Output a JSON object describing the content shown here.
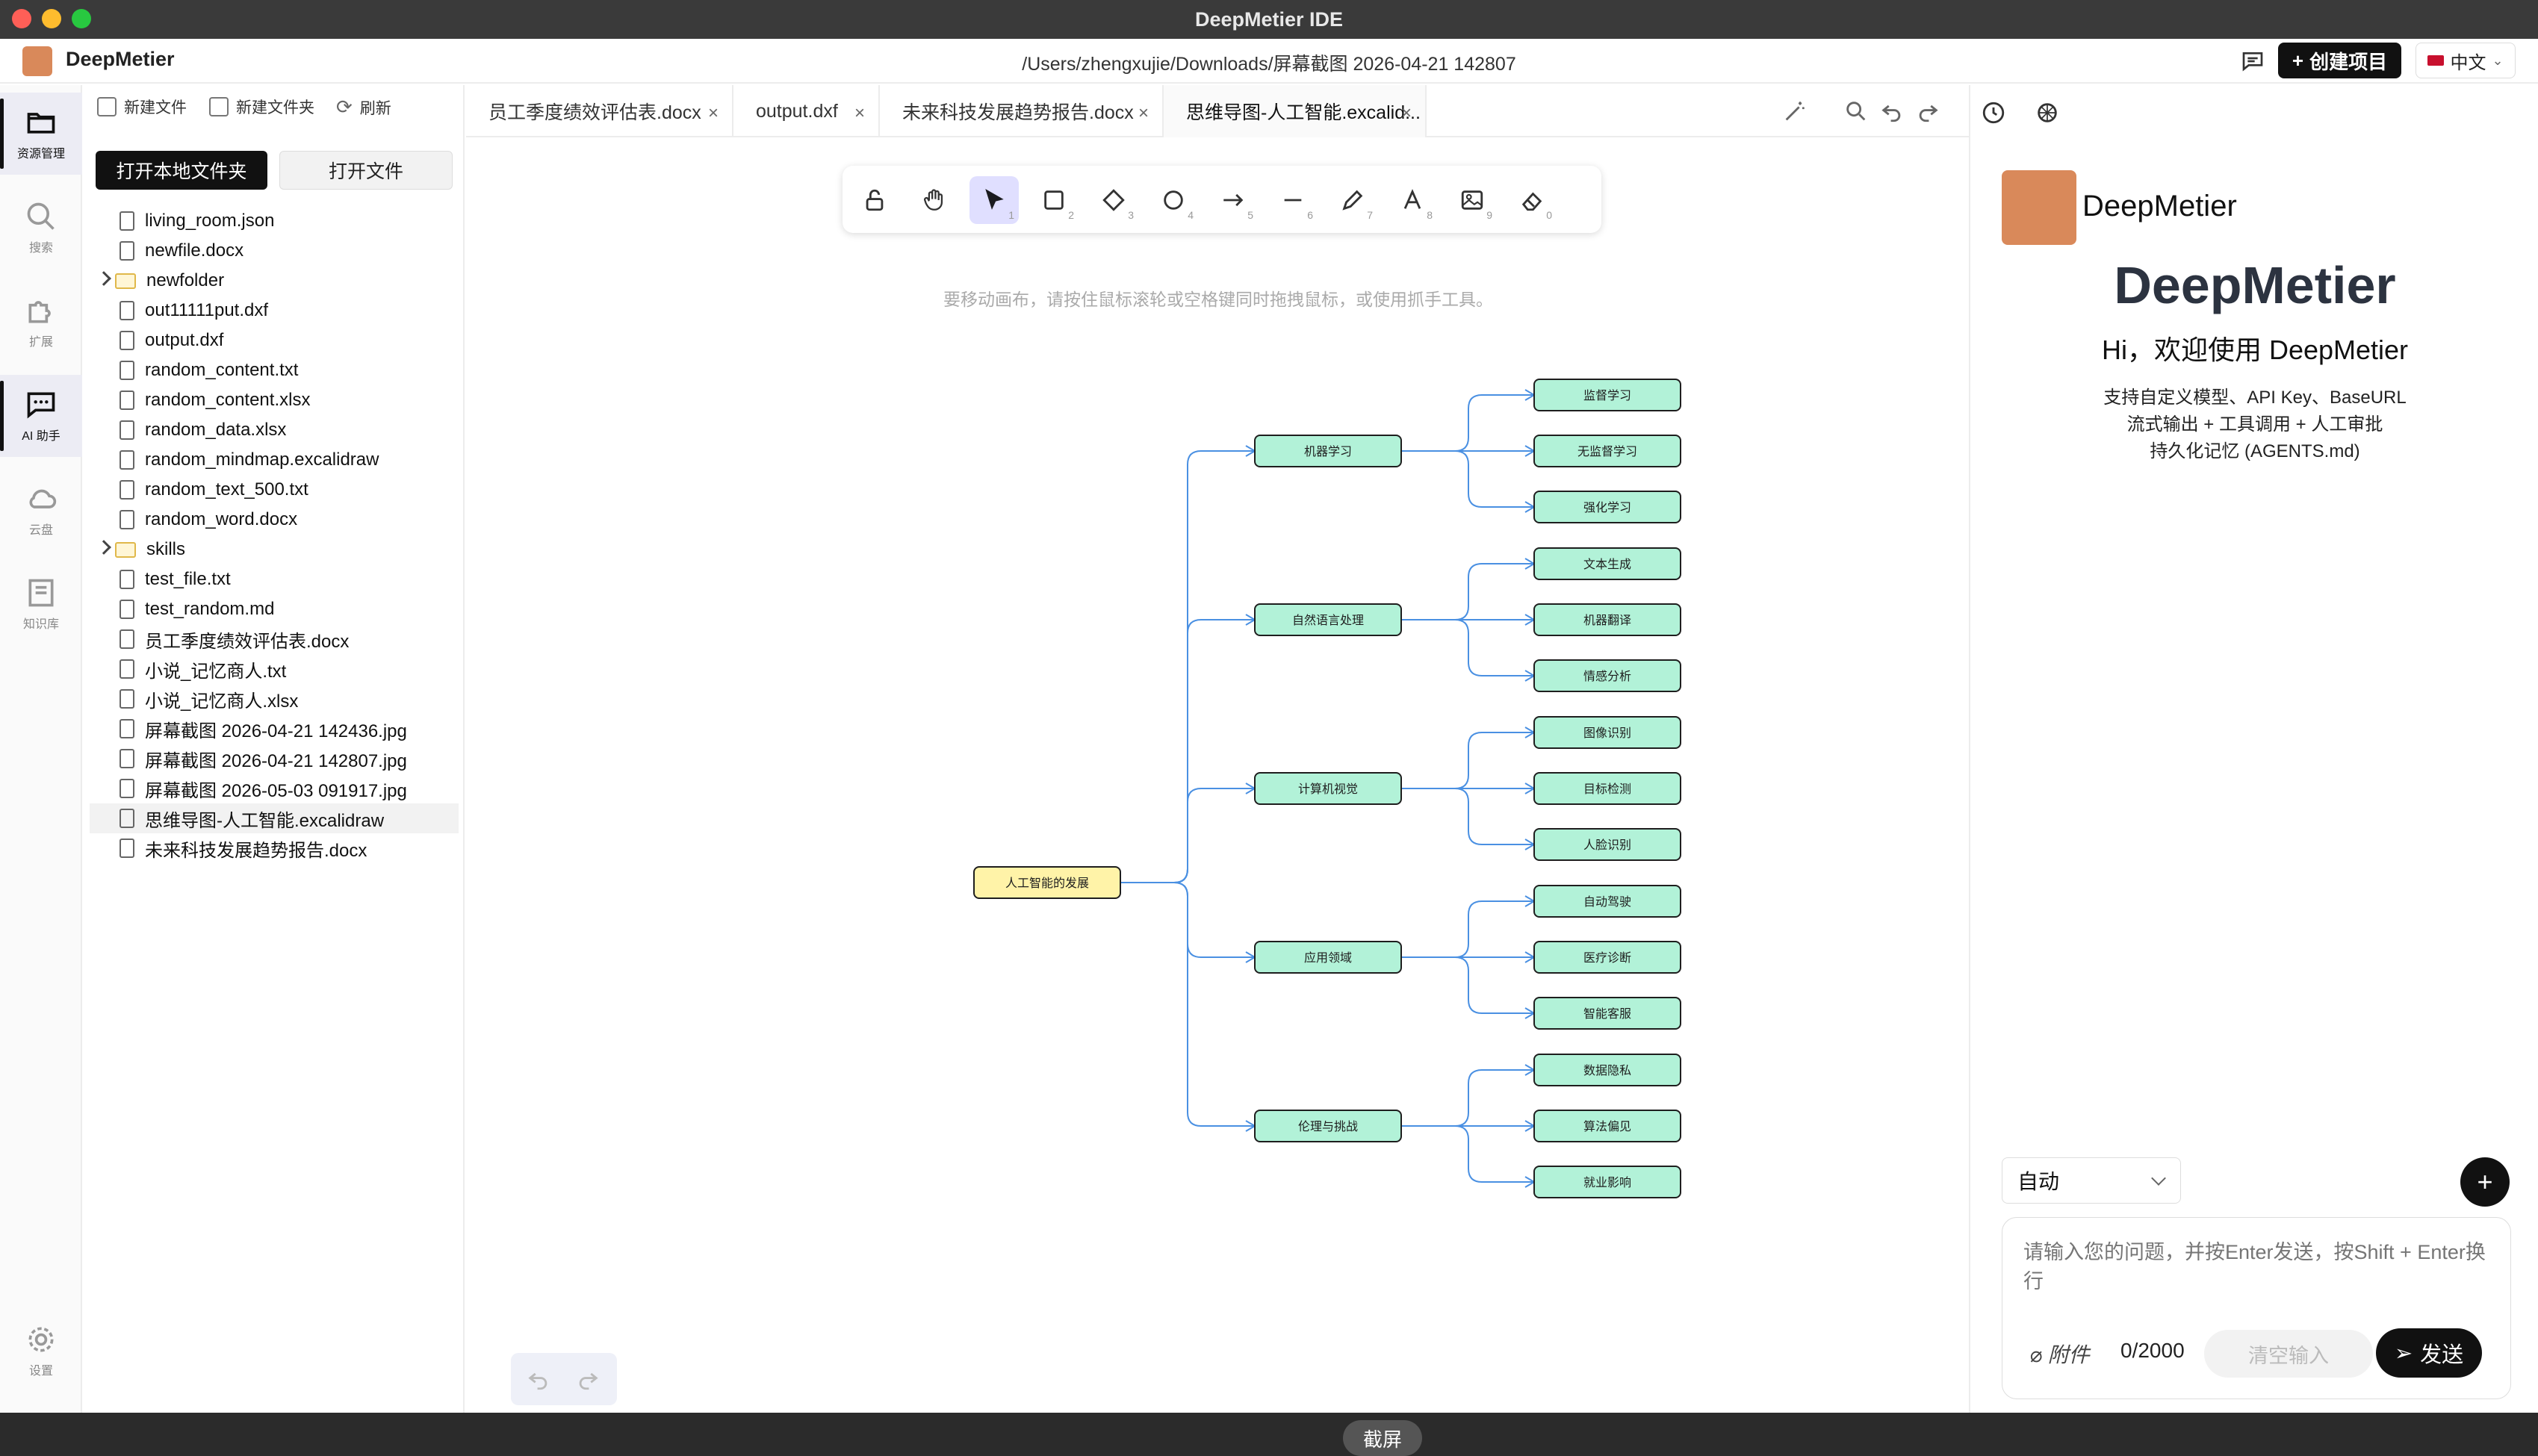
{
  "window": {
    "title": "DeepMetier IDE"
  },
  "appbar": {
    "brand": "DeepMetier",
    "path": "/Users/zhengxujie/Downloads/屏幕截图 2026-04-21 142807",
    "create_button": "创建项目",
    "language": "中文"
  },
  "activity": {
    "items": [
      {
        "label": "资源管理",
        "icon": "folder-icon"
      },
      {
        "label": "搜索",
        "icon": "search-icon"
      },
      {
        "label": "扩展",
        "icon": "puzzle-icon"
      },
      {
        "label": "AI 助手",
        "icon": "chat-icon"
      },
      {
        "label": "云盘",
        "icon": "cloud-icon"
      },
      {
        "label": "知识库",
        "icon": "book-icon"
      }
    ],
    "settings_label": "设置"
  },
  "explorer": {
    "new_file": "新建文件",
    "new_folder": "新建文件夹",
    "refresh": "刷新",
    "open_local_folder": "打开本地文件夹",
    "open_file": "打开文件",
    "files": [
      "living_room.json",
      "newfile.docx",
      "newfolder",
      "out11111put.dxf",
      "output.dxf",
      "random_content.txt",
      "random_content.xlsx",
      "random_data.xlsx",
      "random_mindmap.excalidraw",
      "random_text_500.txt",
      "random_word.docx",
      "skills",
      "test_file.txt",
      "test_random.md",
      "员工季度绩效评估表.docx",
      "小说_记忆商人.txt",
      "小说_记忆商人.xlsx",
      "屏幕截图 2026-04-21 142436.jpg",
      "屏幕截图 2026-04-21 142807.jpg",
      "屏幕截图 2026-05-03 091917.jpg",
      "思维导图-人工智能.excalidraw",
      "未来科技发展趋势报告.docx"
    ]
  },
  "tabs": [
    {
      "label": "员工季度绩效评估表.docx"
    },
    {
      "label": "output.dxf"
    },
    {
      "label": "未来科技发展趋势报告.docx"
    },
    {
      "label": "思维导图-人工智能.excalid..."
    }
  ],
  "canvas": {
    "hint": "要移动画布，请按住鼠标滚轮或空格键同时拖拽鼠标，或使用抓手工具。",
    "tool_numbers": [
      "1",
      "2",
      "3",
      "4",
      "5",
      "6",
      "7",
      "8",
      "9",
      "0"
    ],
    "screenshot_label": "截屏"
  },
  "mindmap": {
    "root": "人工智能的发展",
    "branches": [
      {
        "label": "机器学习",
        "children": [
          "监督学习",
          "无监督学习",
          "强化学习"
        ]
      },
      {
        "label": "自然语言处理",
        "children": [
          "文本生成",
          "机器翻译",
          "情感分析"
        ]
      },
      {
        "label": "计算机视觉",
        "children": [
          "图像识别",
          "目标检测",
          "人脸识别"
        ]
      },
      {
        "label": "应用领域",
        "children": [
          "自动驾驶",
          "医疗诊断",
          "智能客服"
        ]
      },
      {
        "label": "伦理与挑战",
        "children": [
          "数据隐私",
          "算法偏见",
          "就业影响"
        ]
      }
    ],
    "colors": {
      "root": "#fff3a8",
      "node": "#b2f2d8",
      "line": "#4a90e2"
    }
  },
  "ai": {
    "brand": "DeepMetier",
    "title": "DeepMetier",
    "welcome": "Hi，欢迎使用 DeepMetier",
    "desc_lines": [
      "支持自定义模型、API Key、BaseURL",
      "流式输出 + 工具调用 + 人工审批",
      "持久化记忆 (AGENTS.md)"
    ],
    "mode": "自动",
    "placeholder": "请输入您的问题，并按Enter发送，按Shift + Enter换行",
    "attach": "附件",
    "count": "0/2000",
    "clear": "清空输入",
    "send": "发送"
  }
}
